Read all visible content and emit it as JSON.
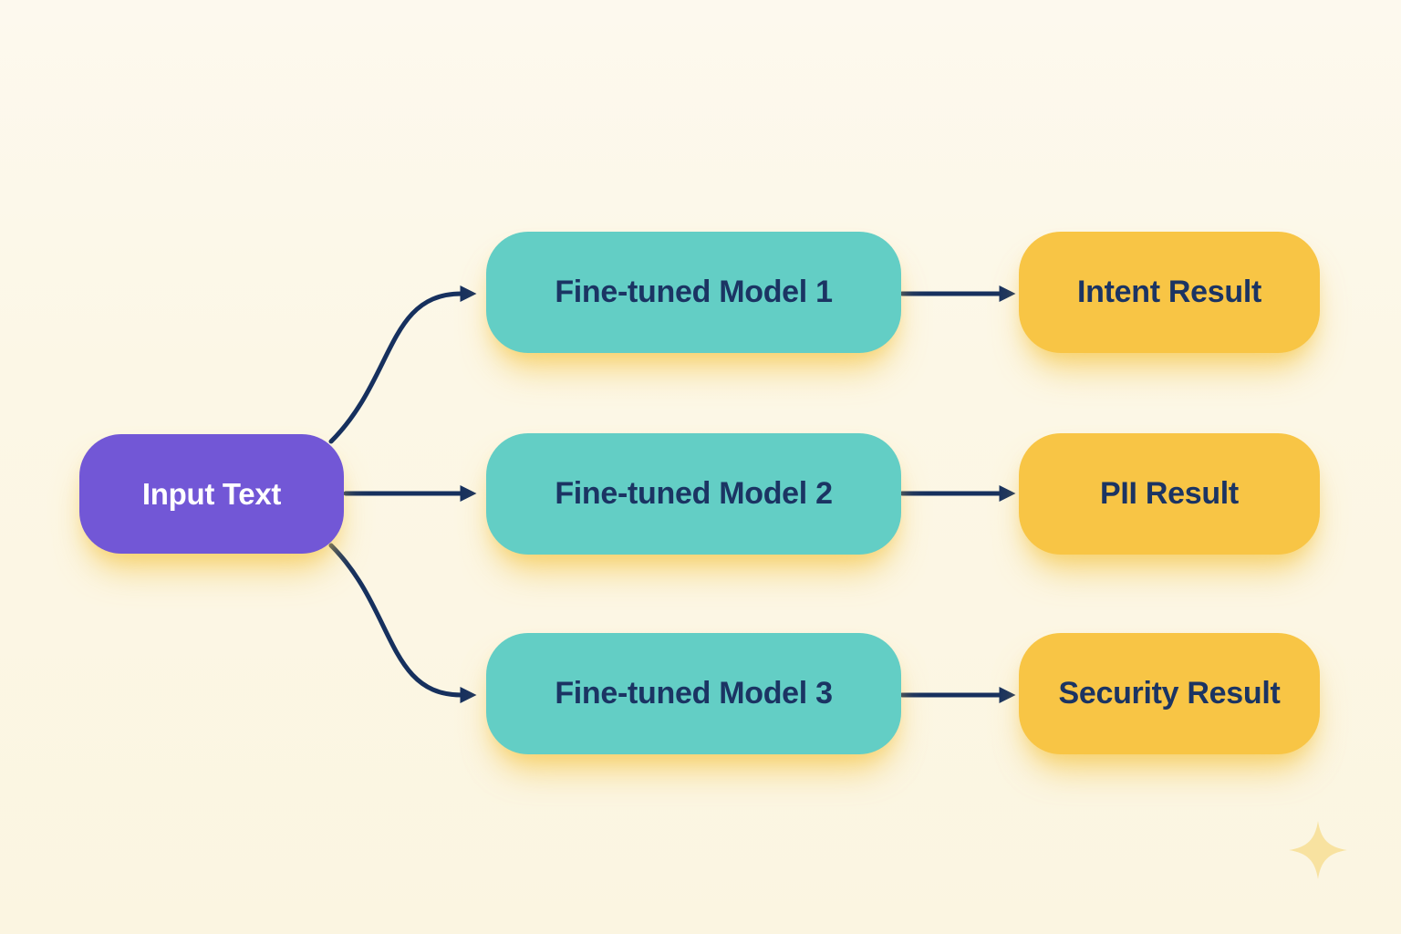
{
  "diagram": {
    "input": {
      "label": "Input Text"
    },
    "models": [
      {
        "label": "Fine-tuned Model 1"
      },
      {
        "label": "Fine-tuned Model 2"
      },
      {
        "label": "Fine-tuned Model 3"
      }
    ],
    "results": [
      {
        "label": "Intent Result"
      },
      {
        "label": "PII Result"
      },
      {
        "label": "Security Result"
      }
    ],
    "connections": [
      {
        "from": "input-text",
        "to": "fine-tuned-model-1"
      },
      {
        "from": "input-text",
        "to": "fine-tuned-model-2"
      },
      {
        "from": "input-text",
        "to": "fine-tuned-model-3"
      },
      {
        "from": "fine-tuned-model-1",
        "to": "intent-result"
      },
      {
        "from": "fine-tuned-model-2",
        "to": "pii-result"
      },
      {
        "from": "fine-tuned-model-3",
        "to": "security-result"
      }
    ],
    "colors": {
      "background": "#fcf7e6",
      "input_node": "#7257d6",
      "model_node": "#63cec5",
      "result_node": "#f8c545",
      "arrow": "#16305e",
      "dark_text": "#1b3463",
      "light_text": "#ffffff",
      "glow": "#f5c74c",
      "sparkle": "#f8e2a0"
    },
    "icons": {
      "sparkle": "sparkle-icon"
    }
  }
}
